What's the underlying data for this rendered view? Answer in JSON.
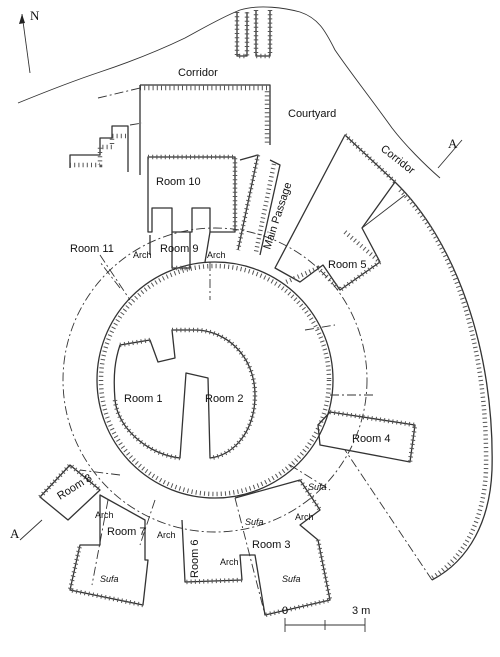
{
  "north": "N",
  "section_marker": "A",
  "scale": {
    "start": "0",
    "end": "3 m"
  },
  "labels": {
    "corridor_top": "Corridor",
    "courtyard": "Courtyard",
    "corridor_right": "Corridor",
    "main_passage": "Main Passage",
    "room1": "Room 1",
    "room2": "Room 2",
    "room3": "Room 3",
    "room4": "Room 4",
    "room5": "Room 5",
    "room6": "Room 6",
    "room7": "Room 7",
    "room8": "Room 8",
    "room9": "Room 9",
    "room10": "Room 10",
    "room11": "Room 11",
    "arch": "Arch",
    "sufa": "Sufa"
  }
}
